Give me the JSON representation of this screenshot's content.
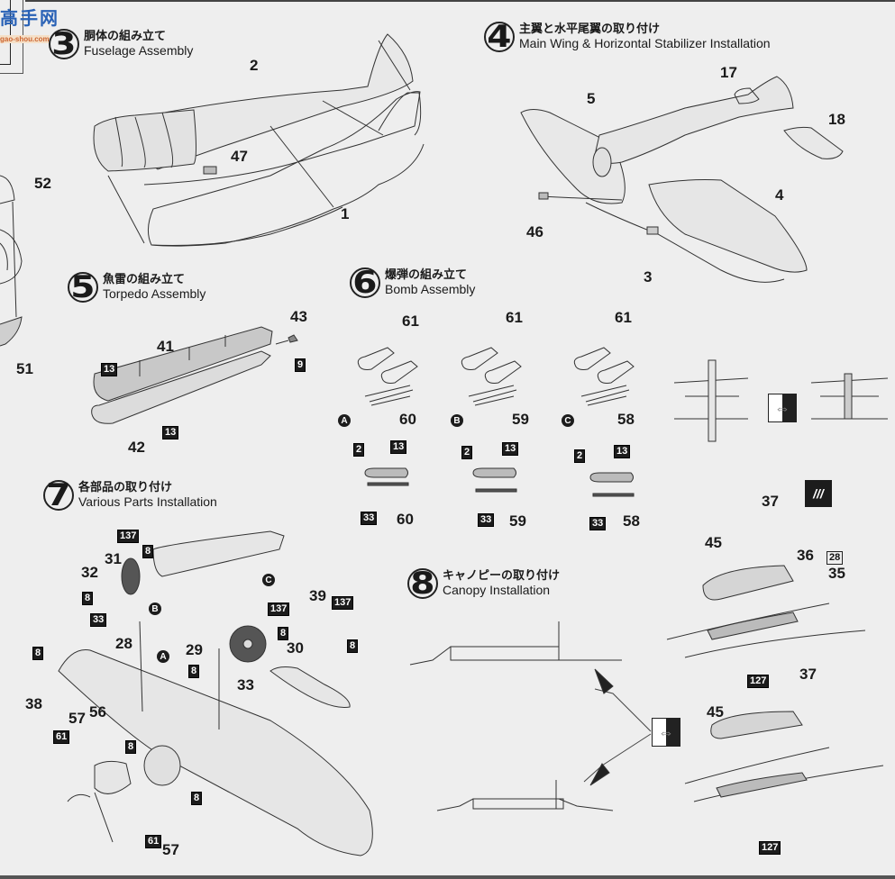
{
  "watermark": {
    "chars": "高手网",
    "url": "gao-shou.com"
  },
  "steps": [
    {
      "num": "3",
      "jp": "胴体の組み立て",
      "en": "Fuselage Assembly"
    },
    {
      "num": "4",
      "jp": "主翼と水平尾翼の取り付け",
      "en": "Main Wing & Horizontal Stabilizer Installation"
    },
    {
      "num": "5",
      "jp": "魚雷の組み立て",
      "en": "Torpedo Assembly"
    },
    {
      "num": "6",
      "jp": "爆弾の組み立て",
      "en": "Bomb Assembly"
    },
    {
      "num": "7",
      "jp": "各部品の取り付け",
      "en": "Various Parts Installation"
    },
    {
      "num": "8",
      "jp": "キャノピーの取り付け",
      "en": "Canopy Installation"
    }
  ],
  "left_edge": {
    "parts": [
      "52",
      "51"
    ]
  },
  "step3": {
    "parts": [
      "2",
      "47",
      "1"
    ]
  },
  "step4": {
    "parts": [
      "5",
      "17",
      "18",
      "4",
      "46",
      "3"
    ]
  },
  "step5": {
    "parts": [
      "41",
      "43",
      "42"
    ],
    "paint_codes": [
      "13",
      "9",
      "13"
    ]
  },
  "step6": {
    "variants": [
      {
        "label": "A",
        "bombs": "61",
        "rack": "60",
        "paint": [
          "2",
          "13",
          "33"
        ],
        "rack2": "60"
      },
      {
        "label": "B",
        "bombs": "61",
        "rack": "59",
        "paint": [
          "2",
          "13",
          "33"
        ],
        "rack2": "59"
      },
      {
        "label": "C",
        "bombs": "61",
        "rack": "58",
        "paint": [
          "2",
          "13",
          "33"
        ],
        "rack2": "58"
      }
    ]
  },
  "step7": {
    "parts": [
      "31",
      "32",
      "28",
      "29",
      "30",
      "33",
      "39",
      "38",
      "57",
      "56",
      "57"
    ],
    "paint_codes": [
      "137",
      "8",
      "8",
      "33",
      "8",
      "137",
      "8",
      "137",
      "8",
      "8",
      "61",
      "8",
      "8",
      "61"
    ],
    "variant_labels": [
      "B",
      "A",
      "C"
    ]
  },
  "step8": {
    "parts": [
      "37",
      "45",
      "36",
      "35",
      "37",
      "45"
    ],
    "paint_codes": [
      "28",
      "127",
      "127"
    ]
  },
  "icons": {
    "alternative": "alternative-swap-icon",
    "decal": "decal-icon"
  }
}
